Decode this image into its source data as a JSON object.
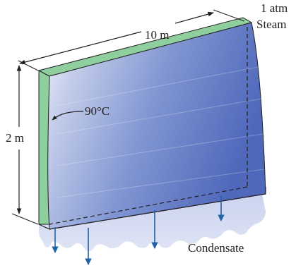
{
  "diagram": {
    "length_label": "10 m",
    "height_label": "2 m",
    "temperature_label": "90°C",
    "pressure_label": "1 atm",
    "fluid_label": "Steam",
    "condensate_label": "Condensate"
  },
  "colors": {
    "plate_edge": "#8fcf9e",
    "film_light": "#dde3f4",
    "film_dark": "#4f68ba",
    "arrow": "#1f63a8",
    "line": "#231f20"
  }
}
